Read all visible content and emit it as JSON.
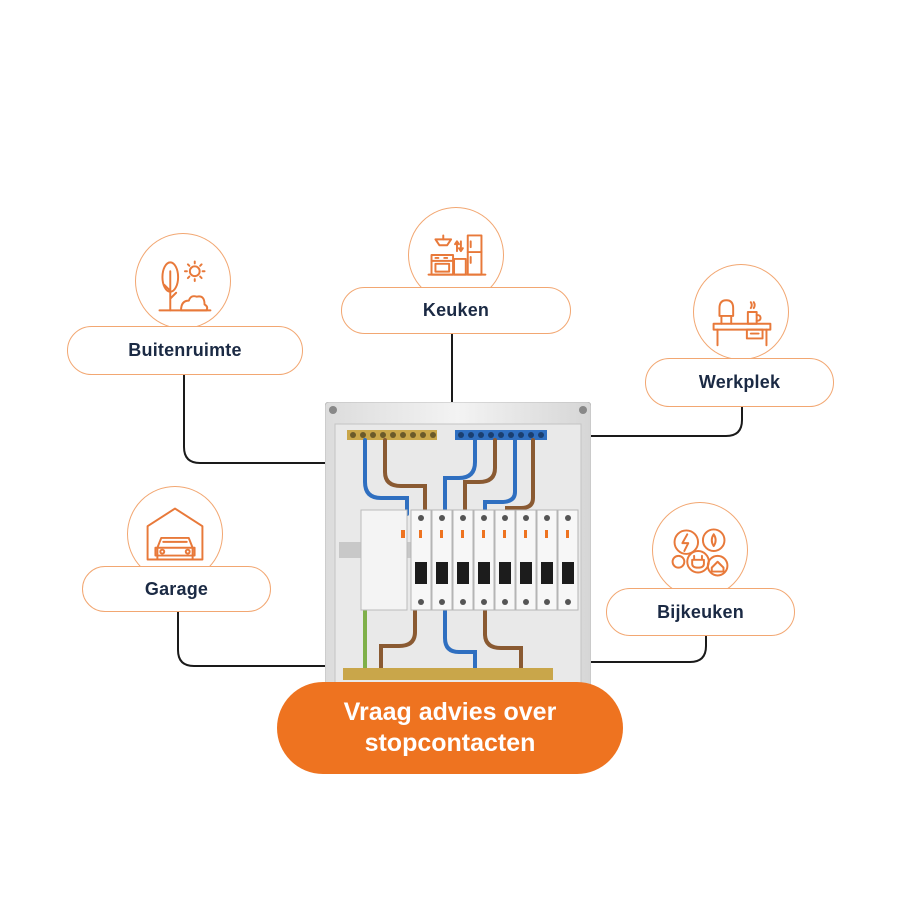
{
  "rooms": {
    "buitenruimte": {
      "label": "Buitenruimte",
      "icon": "tree-sun-icon"
    },
    "keuken": {
      "label": "Keuken",
      "icon": "kitchen-icon"
    },
    "werkplek": {
      "label": "Werkplek",
      "icon": "desk-icon"
    },
    "garage": {
      "label": "Garage",
      "icon": "car-garage-icon"
    },
    "bijkeuken": {
      "label": "Bijkeuken",
      "icon": "appliances-icon"
    }
  },
  "cta": {
    "line1": "Vraag advies over",
    "line2": "stopcontacten"
  },
  "colors": {
    "accent": "#ee7320",
    "icon_stroke": "#e8793a",
    "circle_border": "#f2a772",
    "label_text": "#1b2a44",
    "connector": "#1a1a1a"
  },
  "panel": {
    "breaker_count": 8
  }
}
